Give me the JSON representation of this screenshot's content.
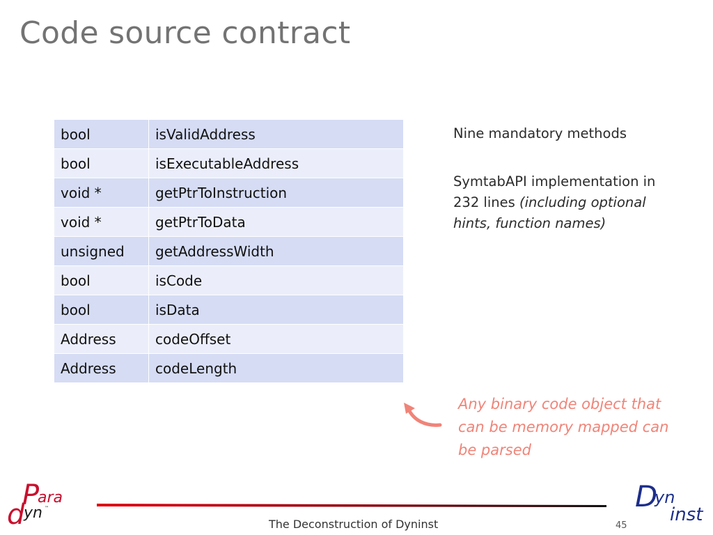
{
  "slide": {
    "title": "Code source contract",
    "footer": "The Deconstruction of Dyninst",
    "page_number": "45"
  },
  "methods": [
    {
      "type": "bool",
      "name": "isValidAddress"
    },
    {
      "type": "bool",
      "name": "isExecutableAddress"
    },
    {
      "type": "void *",
      "name": "getPtrToInstruction"
    },
    {
      "type": "void *",
      "name": "getPtrToData"
    },
    {
      "type": "unsigned",
      "name": "getAddressWidth"
    },
    {
      "type": "bool",
      "name": "isCode"
    },
    {
      "type": "bool",
      "name": "isData"
    },
    {
      "type": "Address",
      "name": "codeOffset"
    },
    {
      "type": "Address",
      "name": "codeLength"
    }
  ],
  "notes": {
    "mandatory": "Nine mandatory methods",
    "impl_prefix": "SymtabAPI implementation in 232 lines ",
    "impl_italic": "(including optional hints, function names)"
  },
  "callout": "Any binary code object that can be memory mapped can be parsed",
  "logos": {
    "paradyn": {
      "P": "P",
      "ara": "ara",
      "d": "d",
      "yn": "yn",
      "tm": "™"
    },
    "dyninst": {
      "D": "D",
      "yn": "yn",
      "inst": "inst"
    }
  },
  "colors": {
    "title": "#737373",
    "row_odd": "#d5dcf4",
    "row_even": "#ebeefa",
    "callout": "#f08478",
    "paradyn_red": "#c8102e",
    "dyninst_blue": "#1c2e8c"
  }
}
